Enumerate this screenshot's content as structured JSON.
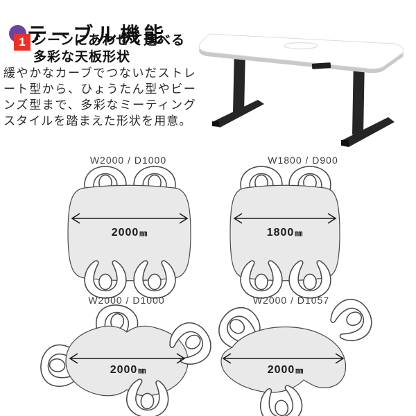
{
  "header": {
    "title": "テーブル機能"
  },
  "feature": {
    "badge": "1",
    "heading_line1": "シーンにあわせて選べる",
    "heading_line2": "多彩な天板形状",
    "body": "緩やかなカーブでつないだストレート型から、ひょうたん型やビーンズ型まで、多彩なミーティングスタイルを踏まえた形状を用意。"
  },
  "diagrams": [
    {
      "label": "W2000 / D1000",
      "dim_value": "2000",
      "dim_unit": "㎜",
      "shape": "straight",
      "seats": 4
    },
    {
      "label": "W1800 / D900",
      "dim_value": "1800",
      "dim_unit": "㎜",
      "shape": "straight",
      "seats": 4
    },
    {
      "label": "W2000 / D1000",
      "dim_value": "2000",
      "dim_unit": "㎜",
      "shape": "gourd",
      "seats": 4
    },
    {
      "label": "W2000 / D1057",
      "dim_value": "2000",
      "dim_unit": "㎜",
      "shape": "bean",
      "seats": 3
    }
  ],
  "colors": {
    "accent_purple": "#6a44a0",
    "accent_red": "#e6332a",
    "table_fill": "#e9e9e9",
    "diagram_outline": "#4a4a4a",
    "leg_black": "#262626"
  }
}
